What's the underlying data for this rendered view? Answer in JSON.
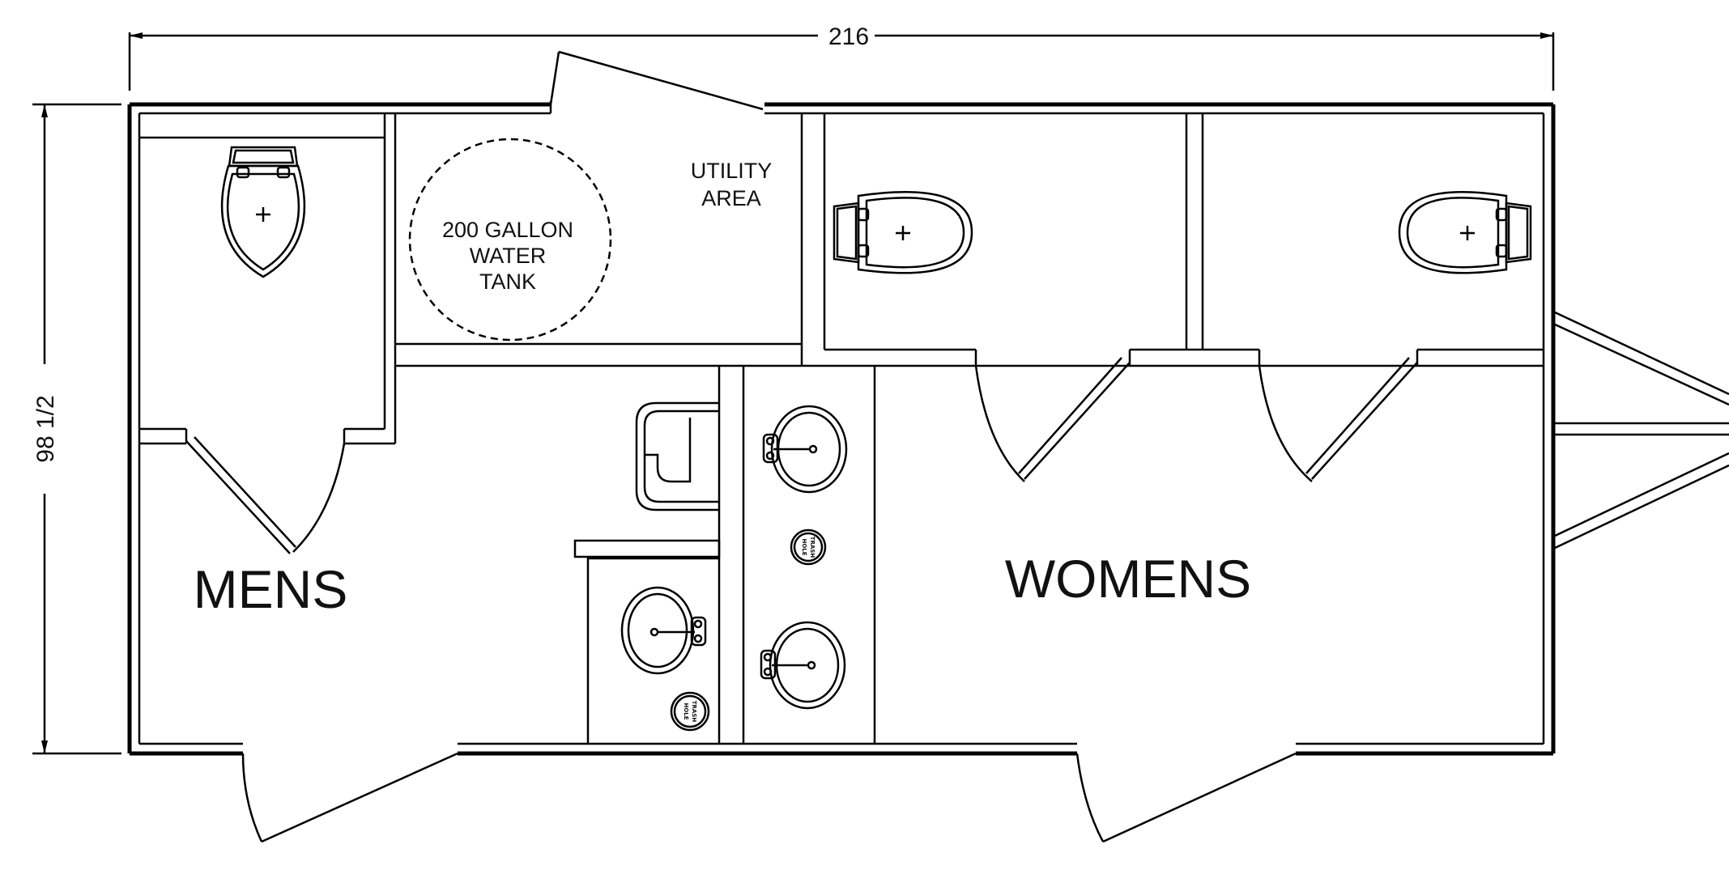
{
  "dimensions": {
    "width": "216",
    "height": "98 1/2"
  },
  "rooms": {
    "mens": "MENS",
    "womens": "WOMENS",
    "utility": [
      "UTILITY",
      "AREA"
    ],
    "tank": [
      "200 GALLON",
      "WATER",
      "TANK"
    ]
  }
}
